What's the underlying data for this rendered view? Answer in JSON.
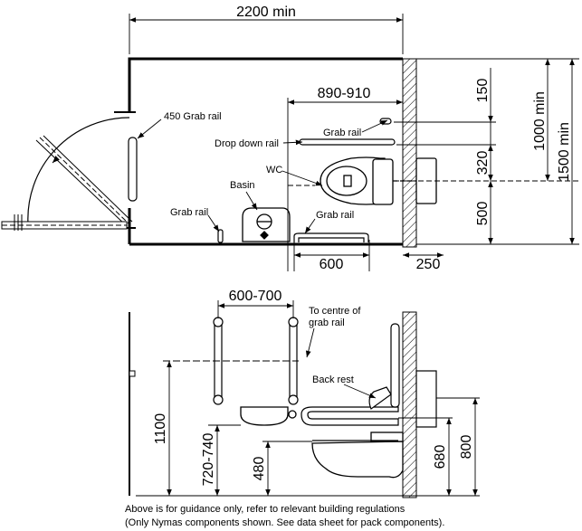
{
  "plan": {
    "dim_width": "2200 min",
    "dim_wc_centre": "890-910",
    "dim_150": "150",
    "dim_320": "320",
    "dim_500": "500",
    "dim_1000": "1000 min",
    "dim_1500": "1500 min",
    "dim_600": "600",
    "dim_250": "250",
    "label_grab_rail_450": "450 Grab rail",
    "label_grab_rail_top": "Grab rail",
    "label_drop_down": "Drop down rail",
    "label_wc": "WC",
    "label_basin": "Basin",
    "label_grab_rail_left": "Grab rail",
    "label_grab_rail_bottom": "Grab rail"
  },
  "elevation": {
    "dim_rail_spacing": "600-700",
    "label_to_centre_1": "To centre of",
    "label_to_centre_2": "grab rail",
    "label_back_rest": "Back rest",
    "dim_1100": "1100",
    "dim_720_740": "720-740",
    "dim_480": "480",
    "dim_680": "680",
    "dim_800": "800"
  },
  "notes": {
    "line1": "Above is for guidance only, refer to relevant building regulations",
    "line2": "(Only Nymas components shown. See data sheet for pack components)."
  }
}
